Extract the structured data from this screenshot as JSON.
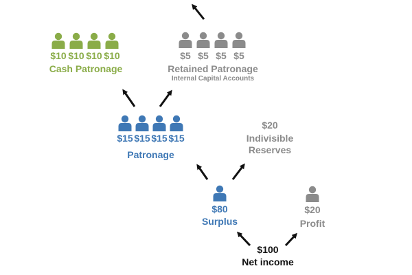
{
  "colors": {
    "green": "#8aac48",
    "gray": "#8b8b8b",
    "blue": "#3f78b5",
    "black": "#111111"
  },
  "diagram": {
    "net_income": {
      "value": "$100",
      "label": "Net income"
    },
    "surplus": {
      "value": "$80",
      "label": "Surplus",
      "icon": "person-icon"
    },
    "profit": {
      "value": "$20",
      "label": "Profit",
      "icon": "person-icon"
    },
    "patronage": {
      "values": [
        "$15",
        "$15",
        "$15",
        "$15"
      ],
      "label": "Patronage",
      "icon": "person-icon"
    },
    "indivisible_reserves": {
      "value": "$20",
      "label": "Indivisible Reserves"
    },
    "cash_patronage": {
      "values": [
        "$10",
        "$10",
        "$10",
        "$10"
      ],
      "label": "Cash Patronage",
      "icon": "person-icon"
    },
    "retained_patronage": {
      "values": [
        "$5",
        "$5",
        "$5",
        "$5"
      ],
      "label": "Retained Patronage",
      "sublabel": "Internal Capital Accounts",
      "icon": "person-icon"
    }
  }
}
